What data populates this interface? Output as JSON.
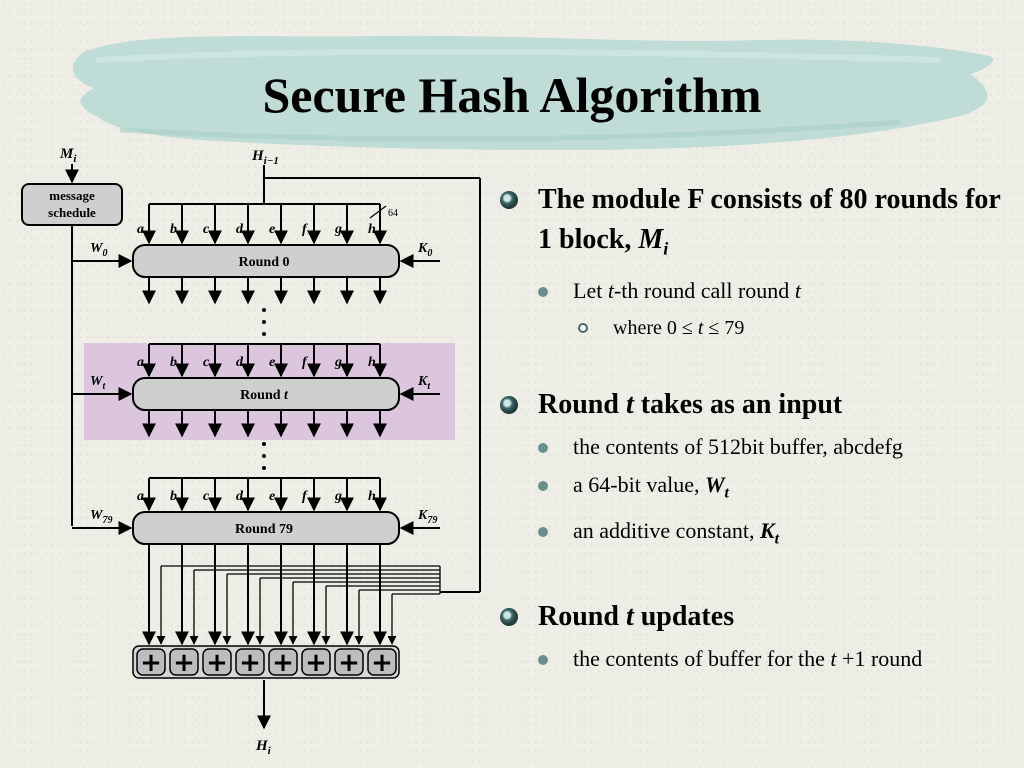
{
  "slide": {
    "title": "Secure Hash Algorithm"
  },
  "diagram": {
    "input_message": "M",
    "input_message_sub": "i",
    "input_hash": "H",
    "input_hash_sub": "i−1",
    "message_schedule": [
      "message",
      "schedule"
    ],
    "register_labels": [
      "a",
      "b",
      "c",
      "d",
      "e",
      "f",
      "g",
      "h"
    ],
    "bus_width": "64",
    "rounds": [
      {
        "label": "Round 0",
        "w": "W",
        "w_sub": "0",
        "k": "K",
        "k_sub": "0",
        "highlighted": false
      },
      {
        "label": "Round ",
        "label_italic": "t",
        "w": "W",
        "w_sub": "t",
        "k": "K",
        "k_sub": "t",
        "highlighted": true
      },
      {
        "label": "Round 79",
        "w": "W",
        "w_sub": "79",
        "k": "K",
        "k_sub": "79",
        "highlighted": false
      }
    ],
    "adder_symbol": "+",
    "output_hash": "H",
    "output_hash_sub": "i",
    "colors": {
      "highlight": "#dcc6de",
      "round_fill": "#cfcfcf",
      "title_brush": "#c1ddd8"
    }
  },
  "bullets": [
    {
      "level1": {
        "text": "The module F consists of 80 rounds for 1 block, ",
        "italic_tail": "M",
        "italic_sub": "i"
      },
      "level2": [
        {
          "pre": "Let ",
          "it1": "t",
          "mid": "-th round call round ",
          "it2": "t"
        }
      ],
      "level3": [
        {
          "pre": "where 0 ≤ ",
          "it": "t",
          "post": " ≤ 79"
        }
      ]
    },
    {
      "level1": {
        "pre": "Round ",
        "it": "t",
        "post": " takes as an input"
      },
      "level2": [
        {
          "pre": "the contents of 512bit buffer, abcdefg"
        },
        {
          "pre": "a 64-bit value, ",
          "bi": "W",
          "bi_sub": "t"
        },
        {
          "pre": "an additive constant, ",
          "bi": "K",
          "bi_sub": "t"
        }
      ]
    },
    {
      "level1": {
        "pre": "Round ",
        "it": "t",
        "post": " updates"
      },
      "level2": [
        {
          "pre": "the contents of buffer for the ",
          "it": "t",
          "post": " +1 round"
        }
      ]
    }
  ]
}
